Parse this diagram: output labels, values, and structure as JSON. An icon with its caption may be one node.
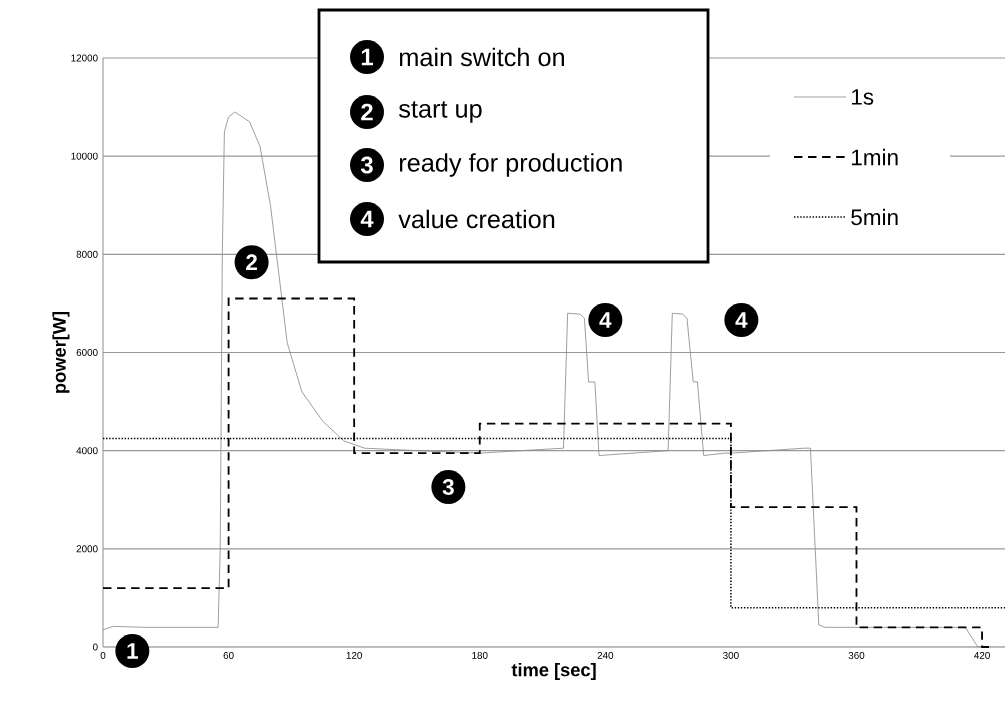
{
  "diagram": {
    "labels": [
      "1",
      "main switch on",
      "2",
      "start up",
      "3",
      "ready for production",
      "4",
      "value creation"
    ],
    "chart_data": {
      "type": "line",
      "xlabel": "time [sec]",
      "ylabel": "power[W]",
      "xlim": [
        0,
        431
      ],
      "ylim": [
        0,
        12000
      ],
      "grid": "y",
      "legend": "upper right",
      "xticks": [
        0,
        60,
        120,
        180,
        240,
        300,
        360,
        420
      ],
      "yticks": [
        0,
        2000,
        4000,
        6000,
        8000,
        10000,
        12000
      ],
      "series": [
        {
          "name": "1s",
          "color": "#8c8c8c",
          "line_style": "solid",
          "x": [
            0,
            5,
            20,
            55,
            56,
            57,
            58,
            60,
            63,
            70,
            75,
            80,
            84,
            88,
            95,
            105,
            115,
            125,
            150,
            180,
            220,
            222,
            228,
            230,
            232,
            235,
            237,
            270,
            272,
            277,
            279,
            282,
            284,
            287,
            297,
            300,
            335,
            338,
            342,
            345,
            412,
            418,
            420
          ],
          "values": [
            350,
            420,
            400,
            400,
            2000,
            8000,
            10500,
            10800,
            10900,
            10700,
            10200,
            9000,
            7600,
            6200,
            5200,
            4600,
            4200,
            4050,
            4000,
            3950,
            4050,
            6800,
            6780,
            6700,
            5400,
            5400,
            3900,
            4000,
            6800,
            6780,
            6700,
            5400,
            5400,
            3900,
            3950,
            3950,
            4050,
            4050,
            450,
            400,
            400,
            0,
            0
          ]
        },
        {
          "name": "1min",
          "color": "#000000",
          "line_style": "dashed",
          "x": [
            0,
            60,
            60,
            120,
            120,
            180,
            180,
            300,
            300,
            360,
            360,
            420,
            420,
            425
          ],
          "values": [
            1200,
            1200,
            7100,
            7100,
            3950,
            3950,
            4550,
            4550,
            2850,
            2850,
            400,
            400,
            0,
            0
          ]
        },
        {
          "name": "5min",
          "color": "#000000",
          "line_style": "dotted",
          "x": [
            0,
            300,
            300,
            431
          ],
          "values": [
            4250,
            4250,
            800,
            800
          ]
        }
      ],
      "annotations": [
        {
          "text": "1",
          "x": 14,
          "y": -80
        },
        {
          "text": "2",
          "x": 71,
          "y": 7840
        },
        {
          "text": "3",
          "x": 165,
          "y": 3260
        },
        {
          "text": "4",
          "x": 240,
          "y": 6660
        },
        {
          "text": "4",
          "x": 305,
          "y": 6660
        }
      ]
    }
  }
}
